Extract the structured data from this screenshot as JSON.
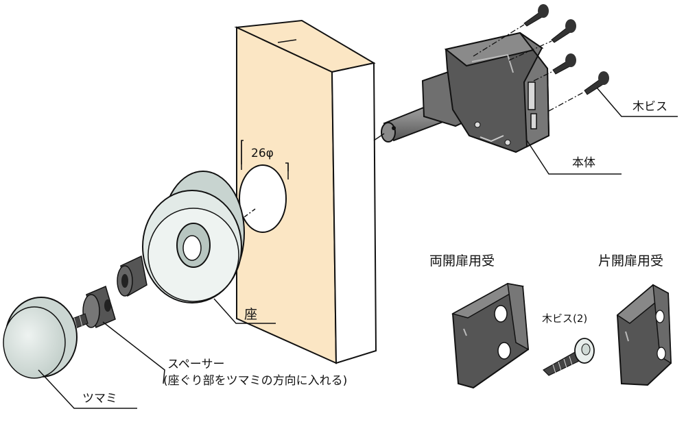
{
  "labels": {
    "wood_screw": "木ビス",
    "body": "本体",
    "diameter": "26φ",
    "seat": "座",
    "spacer": "スペーサー",
    "spacer_note": "(座ぐり部をツマミの方向に入れる)",
    "knob": "ツマミ",
    "double_door_receiver": "両開扉用受",
    "single_door_receiver": "片開扉用受",
    "wood_screw_2": "木ビス(2)"
  },
  "colors": {
    "door": "#fbe6c4",
    "door_side": "#ffffff",
    "metal_dark": "#555555",
    "metal_mid": "#7a7a7a",
    "metal_light": "#9a9a9a",
    "knob": "#dfe8e5",
    "line": "#111111"
  }
}
